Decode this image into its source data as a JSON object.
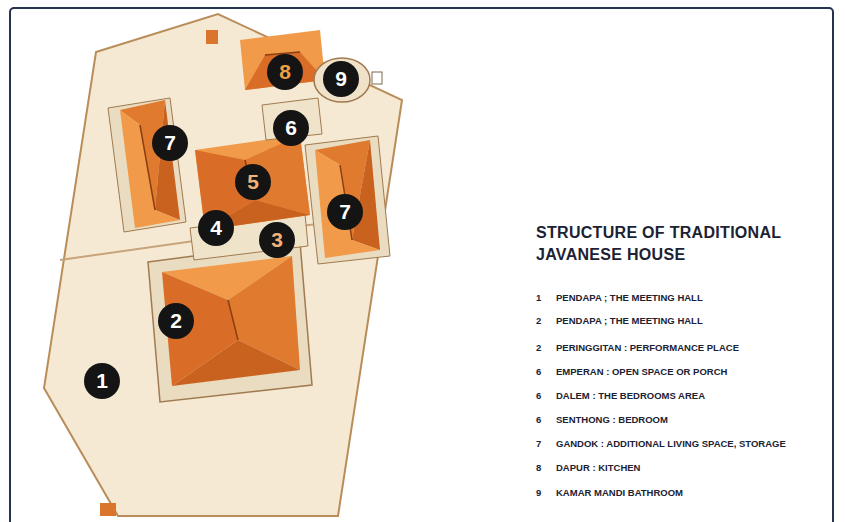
{
  "diagram": {
    "title": "STRUCTURE OF TRADITIONAL JAVANESE HOUSE",
    "labels": [
      "8",
      "9",
      "7",
      "6",
      "5",
      "7",
      "4",
      "3",
      "2",
      "1",
      "1",
      "PENDAPA ; THE MEETING HALL",
      "2",
      "PENDAPA ; THE MEETING HALL",
      "2",
      "PERINGGITAN : PERFORMANCE PLACE",
      "6",
      "EMPERAN : OPEN SPACE OR PORCH",
      "6",
      "DALEM : THE BEDROOMS AREA",
      "6",
      "SENTHONG : BEDROOM",
      "7",
      "GANDOK : ADDITIONAL LIVING SPACE, STORAGE",
      "8",
      "DAPUR : KITCHEN",
      "9",
      "KAMAR MANDI BATHROOM"
    ]
  }
}
